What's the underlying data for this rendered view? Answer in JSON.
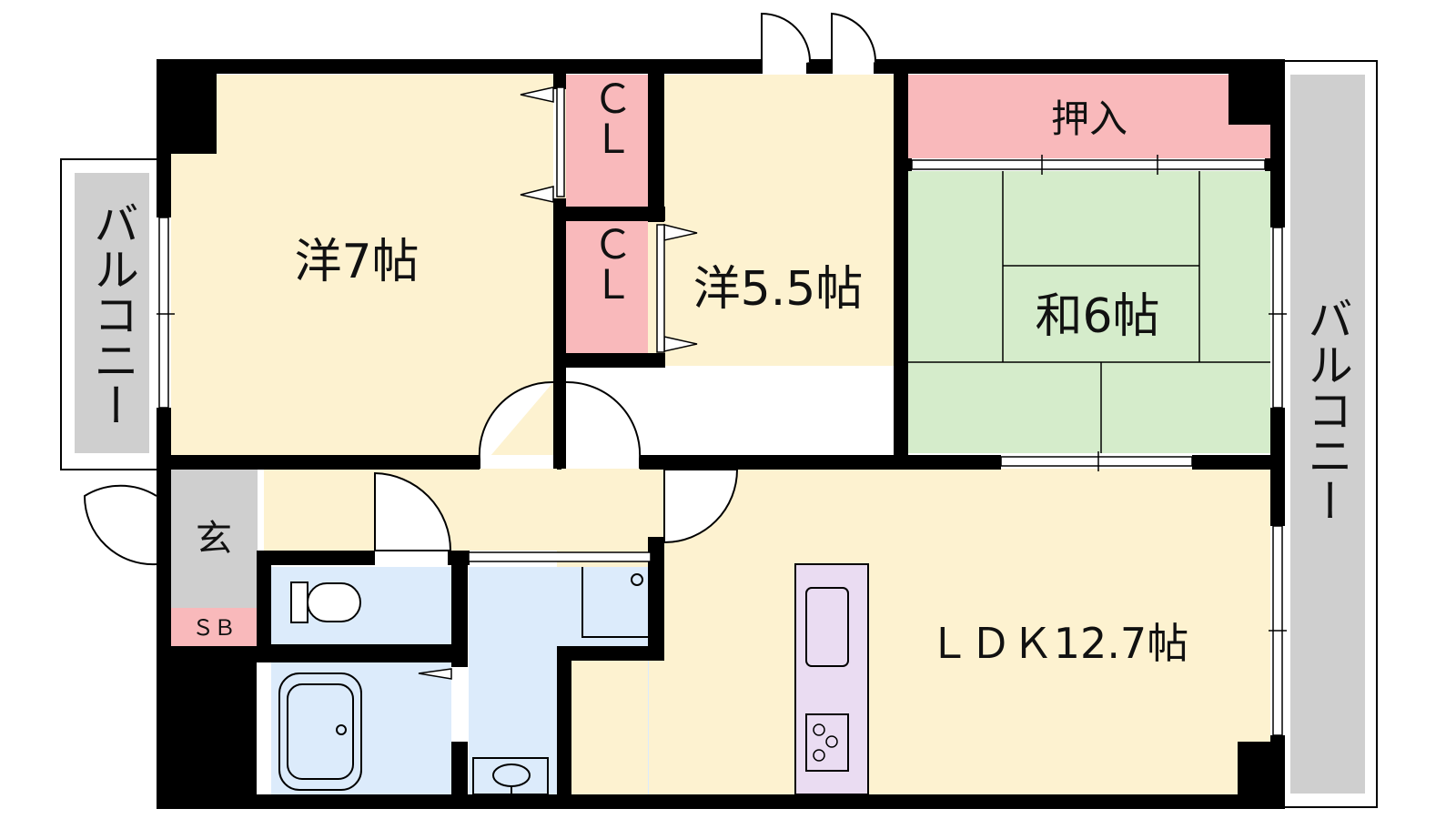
{
  "rooms": {
    "western_7": "洋7帖",
    "western_5_5": "洋5.5帖",
    "japanese_6": "和6帖",
    "ldk": "ＬＤＫ12.7帖",
    "closet_1": "ＣＬ",
    "closet_2": "ＣＬ",
    "oshiire": "押入",
    "entrance": "玄",
    "shoe_box": "ＳＢ",
    "balcony_left": "バルコニー",
    "balcony_right": "バルコニー"
  },
  "colors": {
    "western_floor": "#fdf2d0",
    "tatami": "#d5eccb",
    "closet": "#f9b9bb",
    "wet_area": "#dcebfb",
    "kitchen": "#eadcf2",
    "entrance_floor": "#cfcfcf",
    "balcony": "#cfcfcf",
    "wall": "#000000"
  }
}
